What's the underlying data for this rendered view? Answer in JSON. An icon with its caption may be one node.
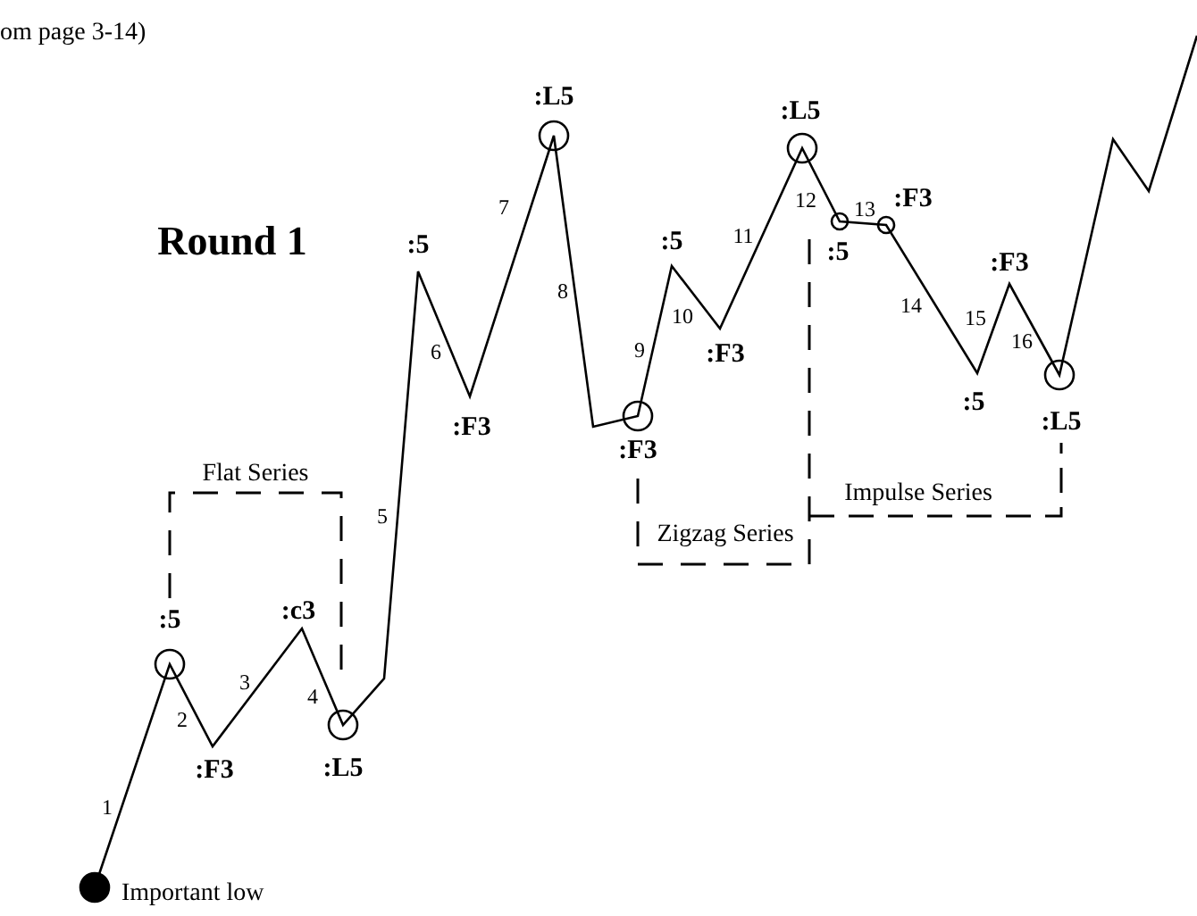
{
  "diagram": {
    "labels": [
      "om page 3-14)",
      ":L5",
      "Round 1",
      ":5",
      "7",
      "8",
      "6",
      ":F3",
      ":5",
      "10",
      ":F3",
      "9",
      "11",
      ":L5",
      "12",
      ":5",
      "13",
      ":F3",
      "14",
      "15",
      "16",
      ":F3",
      ":5",
      ":L5",
      ":F3",
      "Flat Series",
      "5",
      ":5",
      ":c3",
      "3",
      "2",
      "4",
      ":F3",
      ":L5",
      "1",
      "Important low",
      "Impulse Series",
      "Zigzag Series"
    ]
  }
}
